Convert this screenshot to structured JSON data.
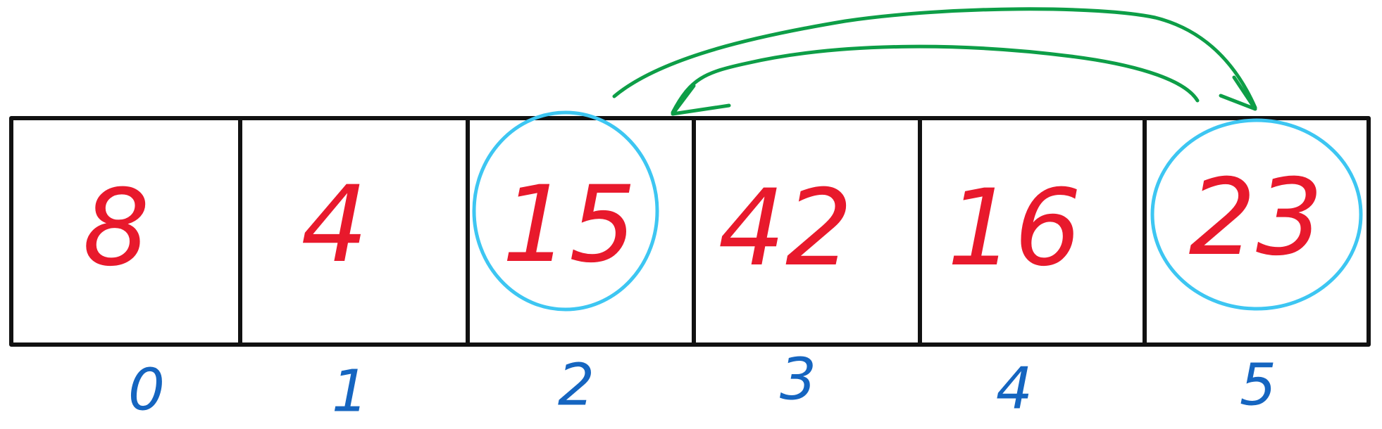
{
  "array": {
    "cells": [
      {
        "index": "0",
        "value": "8",
        "highlighted": false
      },
      {
        "index": "1",
        "value": "4",
        "highlighted": false
      },
      {
        "index": "2",
        "value": "15",
        "highlighted": true
      },
      {
        "index": "3",
        "value": "42",
        "highlighted": false
      },
      {
        "index": "4",
        "value": "16",
        "highlighted": false
      },
      {
        "index": "5",
        "value": "23",
        "highlighted": true
      }
    ]
  },
  "colors": {
    "cell_border": "#111111",
    "value_text": "#e8192c",
    "index_text": "#1565c0",
    "highlight_circle": "#3dc6f2",
    "swap_arrow": "#0d9e47"
  }
}
